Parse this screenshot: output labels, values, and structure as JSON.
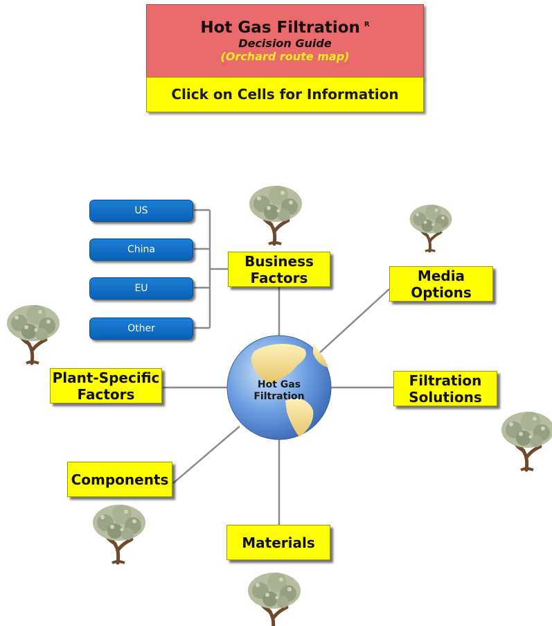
{
  "header": {
    "title": "Hot Gas Filtration",
    "title_mark": "R",
    "subtitle": "Decision Guide",
    "subtitle2": "(Orchard route map)",
    "instruction": "Click on Cells for Information"
  },
  "center": {
    "label": "Hot Gas\nFiltration",
    "icon": "globe-icon"
  },
  "cells": {
    "business": "Business\nFactors",
    "media": "Media\nOptions",
    "plant": "Plant-Specific\nFactors",
    "filtration": "Filtration\nSolutions",
    "components": "Components",
    "materials": "Materials"
  },
  "regions": [
    "US",
    "China",
    "EU",
    "Other"
  ],
  "decorations": {
    "icon": "tree-icon"
  },
  "colors": {
    "cell_fill": "#ffff00",
    "title_fill": "#e86a6a",
    "region_fill": "#0a6ec4",
    "subtitle_accent": "#ffee22"
  }
}
